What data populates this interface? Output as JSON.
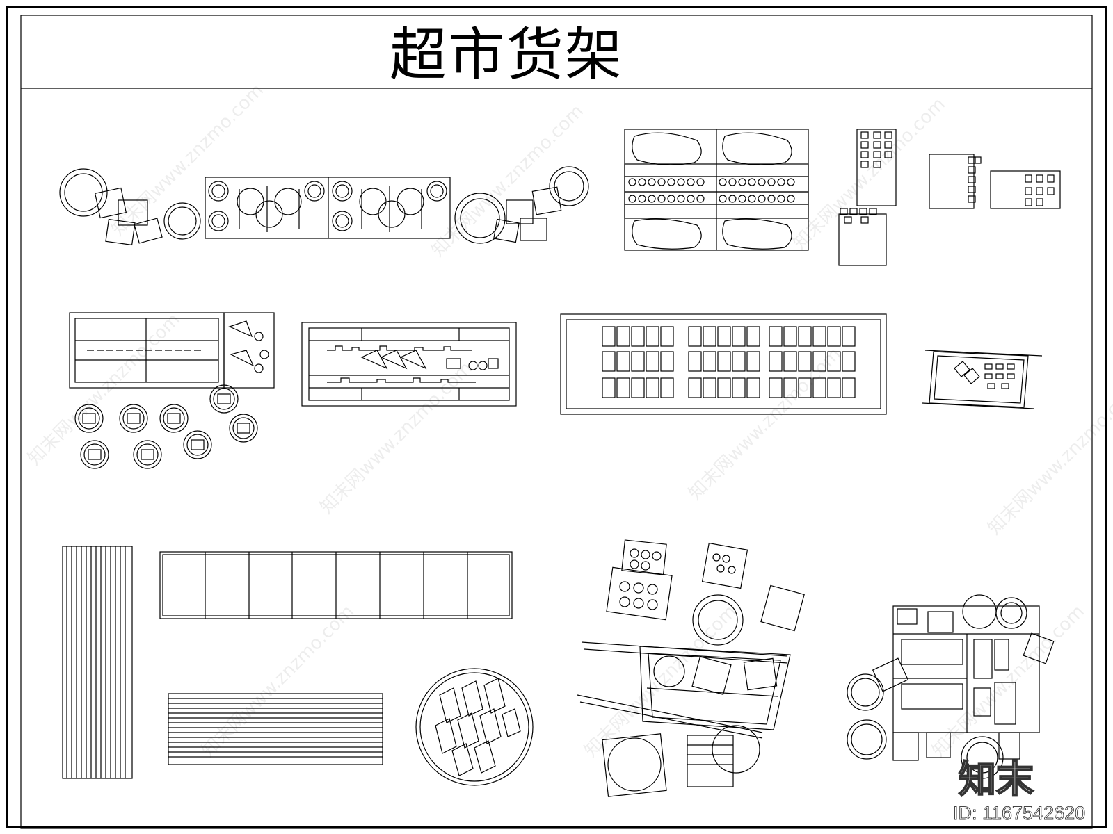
{
  "title": "超市货架",
  "watermark": "知末网www.znzmo.com",
  "logo_text": "知末",
  "image_id": "ID: 1167542620",
  "colors": {
    "line": "#000000",
    "background": "#ffffff"
  },
  "sections": [
    "round-table-with-chairs-left",
    "double-pot-display-counter",
    "round-table-with-chairs-right",
    "produce-bin-shelf",
    "small-goods-shelves",
    "counter-with-stools-and-round-tables",
    "long-bakery-counter",
    "refrigerated-crate-shelf",
    "angled-cart",
    "slatted-bench-vertical",
    "eight-panel-shelf",
    "slatted-bench-horizontal",
    "round-fish-platter",
    "fresh-produce-market-stall",
    "fruit-crates-cluster"
  ]
}
